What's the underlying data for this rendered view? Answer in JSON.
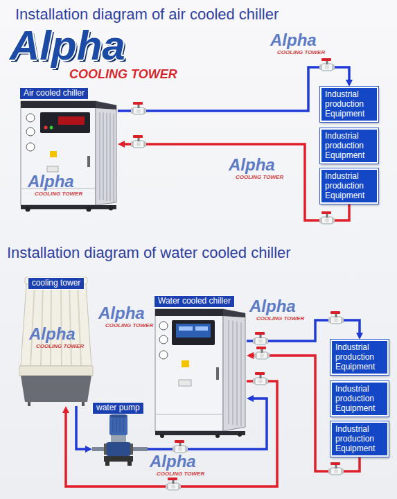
{
  "diagram": {
    "title": "Installation diagram of air cooled chiller",
    "nodes": [
      {
        "text": [
          "Air cooled chiller"
        ]
      },
      {
        "text": [
          "Industrial production Equipment"
        ]
      },
      {
        "text": [
          "Industrial production Equipment"
        ]
      },
      {
        "text": [
          "Industrial production Equipment"
        ]
      },
      {
        "text": [
          "cooling tower"
        ]
      },
      {
        "text": [
          "water pump"
        ]
      },
      {
        "text": [
          "Water cooled chiller"
        ]
      },
      {
        "text": [
          "Industrial production Equipment"
        ]
      },
      {
        "text": [
          "Industrial production Equipment"
        ]
      },
      {
        "text": [
          "Industrial production Equipment"
        ]
      }
    ],
    "edges": [
      {
        "from": 0,
        "to": 1,
        "arrow": "to"
      },
      {
        "from": 3,
        "to": 0,
        "arrow": "to"
      },
      {
        "from": 4,
        "to": 5,
        "arrow": "to"
      },
      {
        "from": 5,
        "to": 6,
        "arrow": "to"
      },
      {
        "from": 6,
        "to": 4,
        "arrow": "to"
      },
      {
        "from": 6,
        "to": 7,
        "arrow": "to"
      },
      {
        "from": 9,
        "to": 6,
        "arrow": "to"
      }
    ],
    "labels": [
      "Installation diagram of water cooled chiller",
      "Alpha",
      "COOLING TOWER",
      "Alpha",
      "COOLING TOWER",
      "Alpha",
      "COOLING TOWER",
      "Alpha",
      "COOLING TOWER",
      "Alpha",
      "COOLING TOWER",
      "Alpha",
      "COOLING TOWER",
      "Alpha",
      "COOLING TOWER",
      "Alpha",
      "COOLING TOWER"
    ]
  }
}
